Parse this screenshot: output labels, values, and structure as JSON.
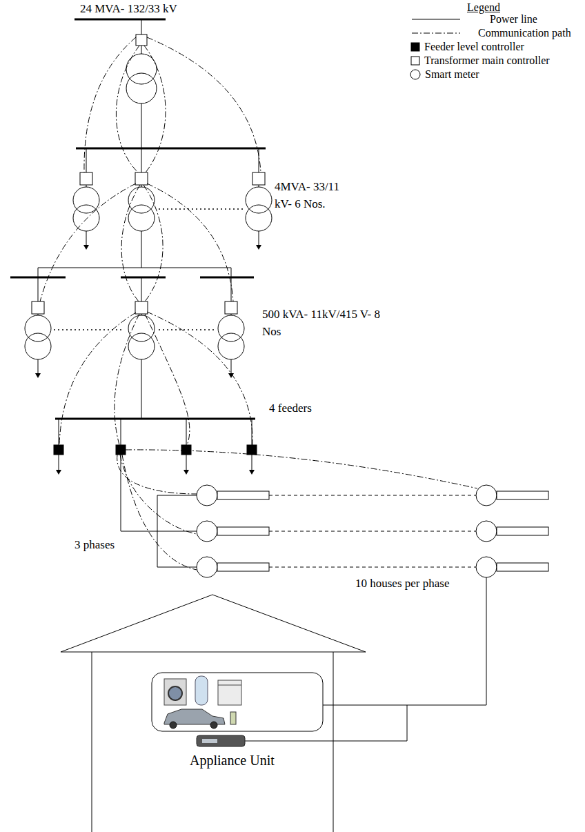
{
  "diagram": {
    "nodes": [
      {
        "text": [
          "Appliance Unit"
        ]
      }
    ],
    "labels": [
      "24 MVA- 132/33 kV",
      "4MVA- 33/11 kV- 6 Nos.",
      "500 kVA- 11kV/415 V- 8 Nos",
      "4 feeders",
      "3 phases",
      "10 houses per phase",
      "Legend"
    ],
    "legend": [
      {
        "text": "Power line"
      },
      {
        "text": "Communication path"
      },
      {
        "text": "Feeder level controller"
      },
      {
        "text": "Transformer main controller"
      },
      {
        "text": "Smart meter"
      }
    ]
  }
}
